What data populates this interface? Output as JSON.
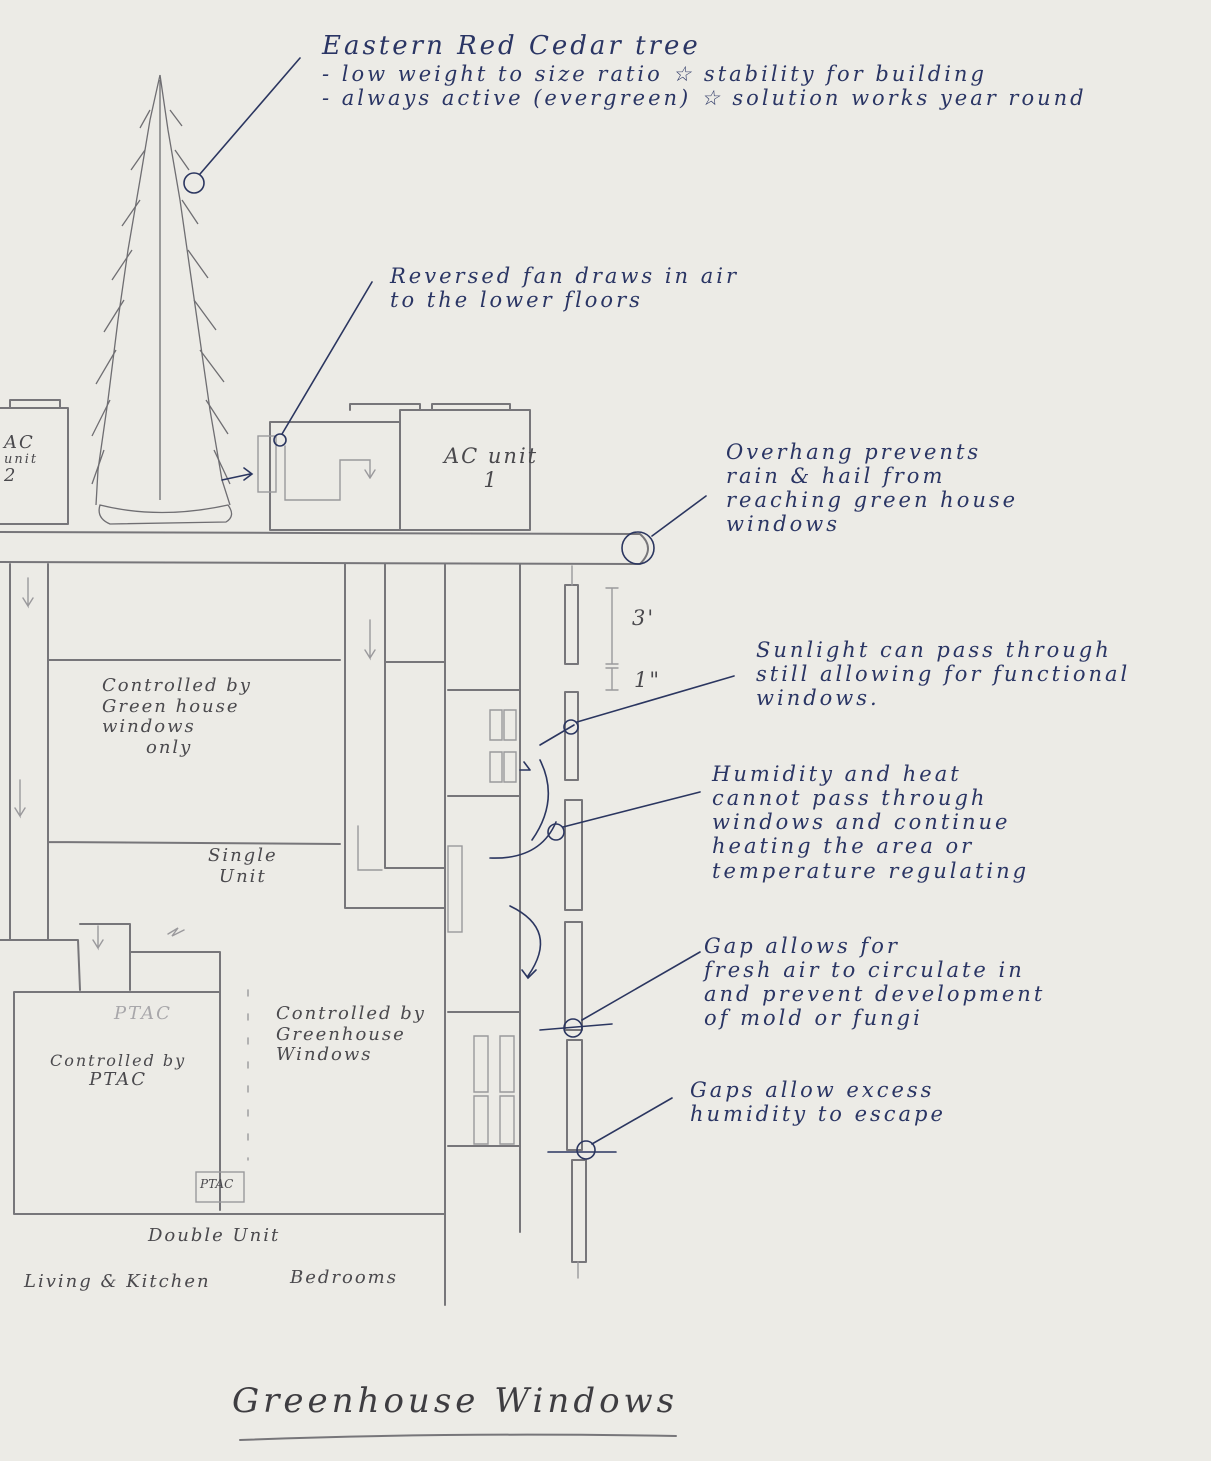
{
  "annotations": {
    "tree": {
      "title": "Eastern Red Cedar tree",
      "line1": "- low weight to size ratio ☆ stability for building",
      "line2": "- always active (evergreen) ☆ solution works year round"
    },
    "fan": {
      "line1": "Reversed fan draws in air",
      "line2": "to the lower floors"
    },
    "overhang": {
      "line1": "Overhang prevents",
      "line2": "rain & hail from",
      "line3": "reaching green house",
      "line4": "windows"
    },
    "sunlight": {
      "line1": "Sunlight can pass through",
      "line2": "still allowing for functional",
      "line3": "windows."
    },
    "humidity": {
      "line1": "Humidity and heat",
      "line2": "cannot pass through",
      "line3": "windows and continue",
      "line4": "heating the area or",
      "line5": "temperature regulating"
    },
    "gap": {
      "line1": "Gap allows for",
      "line2": "fresh air to circulate in",
      "line3": "and prevent development",
      "line4": "of mold or fungi"
    },
    "gaps": {
      "line1": "Gaps allow excess",
      "line2": "humidity to escape"
    }
  },
  "labels": {
    "ac_unit_2": {
      "line1": "AC",
      "line2": "unit",
      "line3": "2"
    },
    "ac_unit_1": {
      "line1": "AC unit",
      "line2": "1"
    },
    "measure_3ft": "3'",
    "measure_1in": "1\"",
    "controlled_gh_only": {
      "line1": "Controlled by",
      "line2": "Green house",
      "line3": "windows",
      "line4": "only"
    },
    "single_unit": {
      "line1": "Single",
      "line2": "Unit"
    },
    "ptac_top": "PTAC",
    "controlled_ptac": {
      "line1": "Controlled by",
      "line2": "PTAC"
    },
    "controlled_gh": {
      "line1": "Controlled by",
      "line2": "Greenhouse",
      "line3": "Windows"
    },
    "ptac_box": "PTAC",
    "double_unit": "Double Unit",
    "living_kitchen": "Living & Kitchen",
    "bedrooms": "Bedrooms",
    "title": "Greenhouse Windows"
  }
}
